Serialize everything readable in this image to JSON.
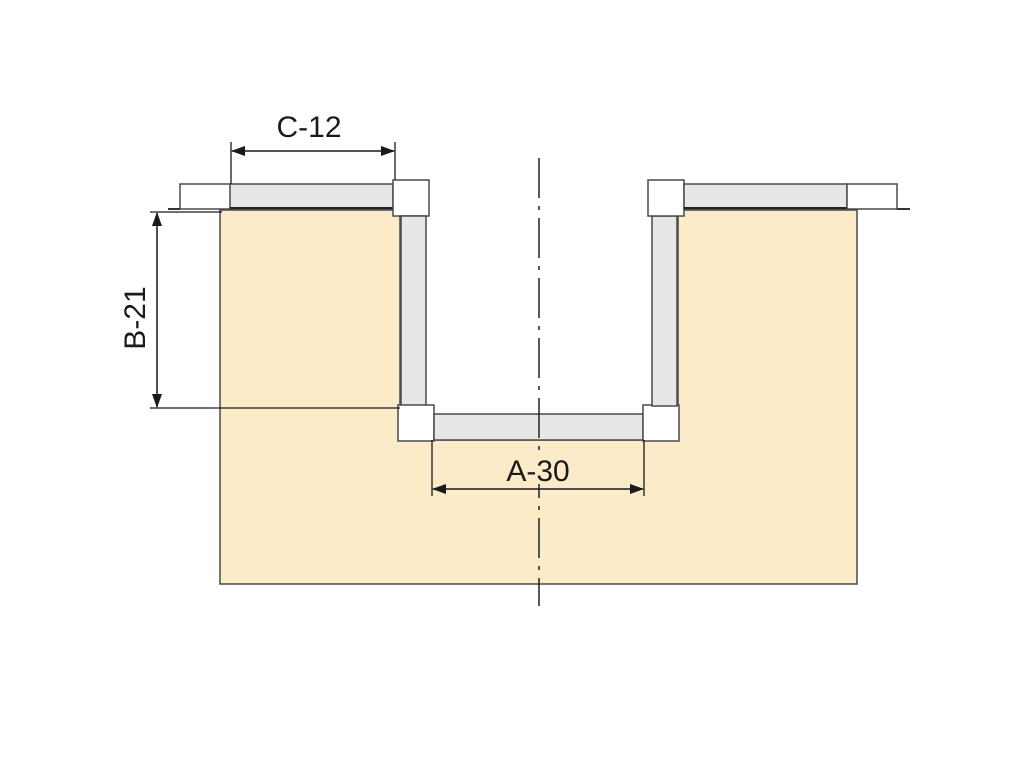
{
  "dimensions": {
    "width_label": "A-30",
    "depth_label": "B-21",
    "edge_label": "C-12"
  },
  "colors": {
    "substrate": "#fcebc9",
    "profile_fill": "#e7e7e7",
    "corner_fill": "#ffffff",
    "outline": "#4a4a4a",
    "dimension_line": "#1a1a1a"
  }
}
